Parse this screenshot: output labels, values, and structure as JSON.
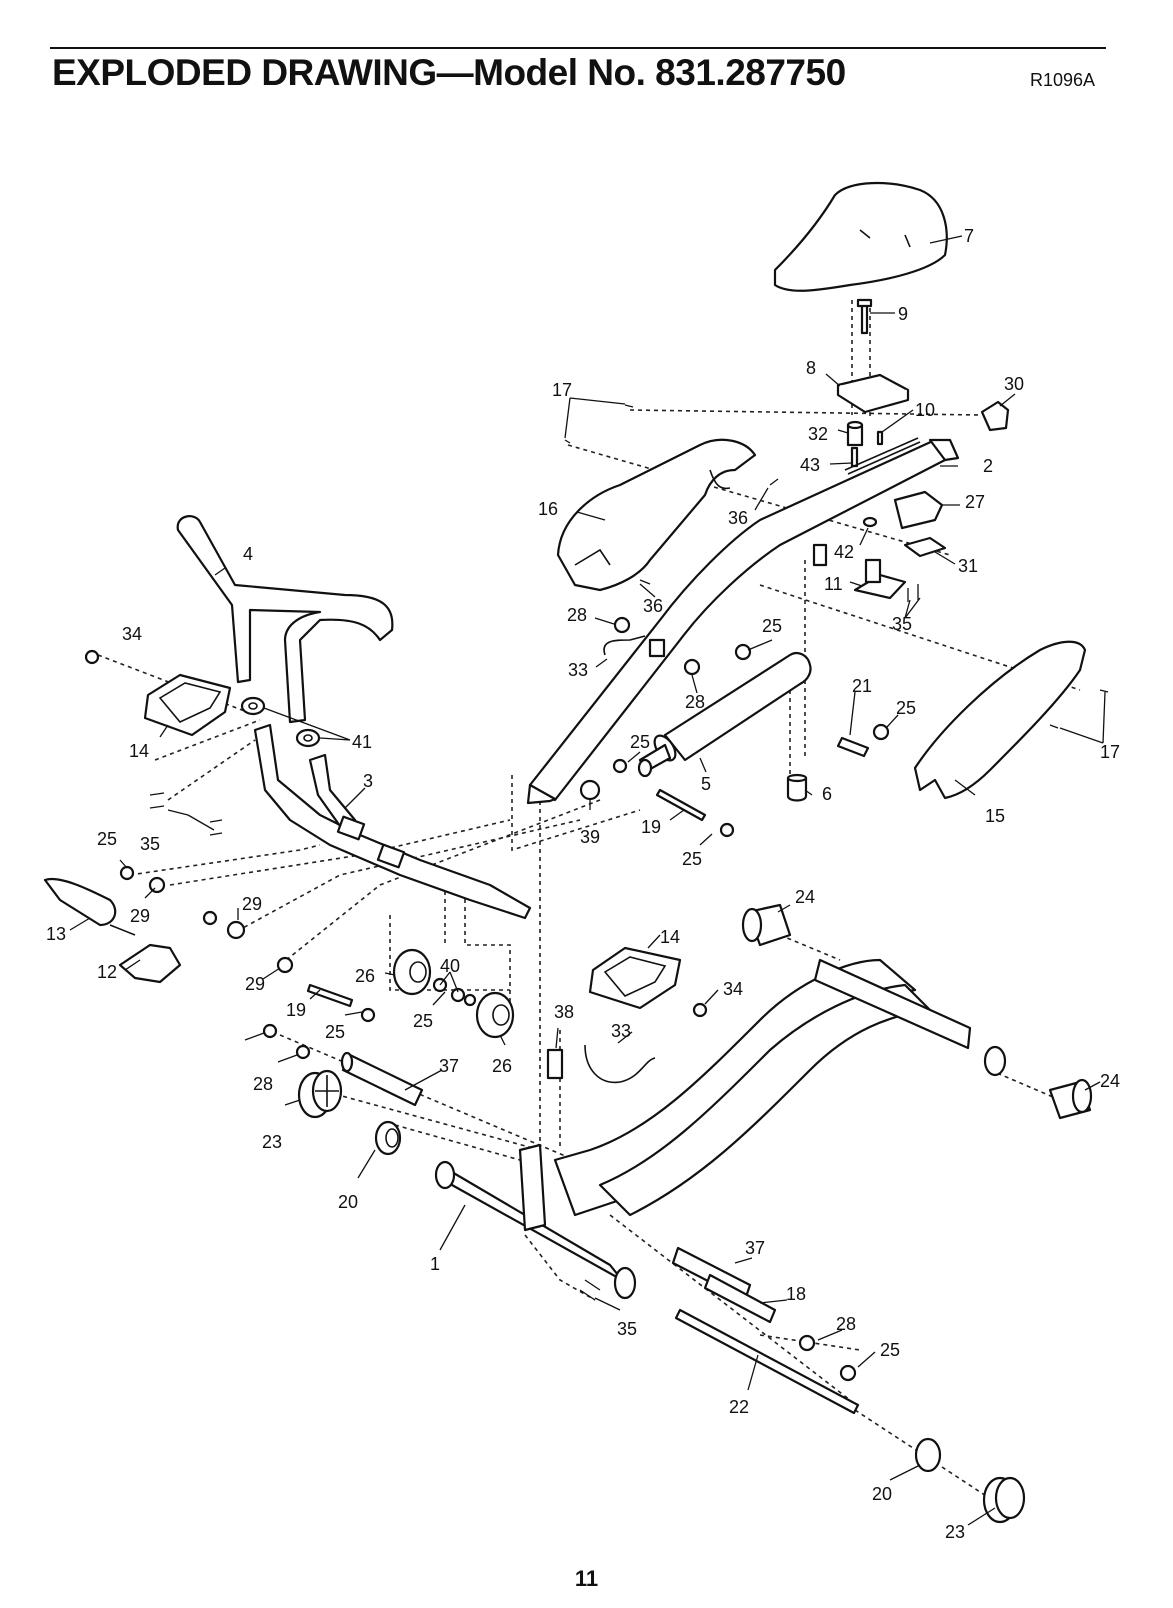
{
  "header": {
    "title": "EXPLODED DRAWING—Model No. 831.287750",
    "code": "R1096A"
  },
  "page_number": "11",
  "callouts": [
    {
      "label": "7"
    },
    {
      "label": "9"
    },
    {
      "label": "8"
    },
    {
      "label": "30"
    },
    {
      "label": "10"
    },
    {
      "label": "32"
    },
    {
      "label": "43"
    },
    {
      "label": "2"
    },
    {
      "label": "27"
    },
    {
      "label": "17"
    },
    {
      "label": "16"
    },
    {
      "label": "36"
    },
    {
      "label": "42"
    },
    {
      "label": "31"
    },
    {
      "label": "11"
    },
    {
      "label": "36"
    },
    {
      "label": "35"
    },
    {
      "label": "4"
    },
    {
      "label": "28"
    },
    {
      "label": "25"
    },
    {
      "label": "34"
    },
    {
      "label": "33"
    },
    {
      "label": "28"
    },
    {
      "label": "21"
    },
    {
      "label": "25"
    },
    {
      "label": "41"
    },
    {
      "label": "14"
    },
    {
      "label": "25"
    },
    {
      "label": "17"
    },
    {
      "label": "3"
    },
    {
      "label": "5"
    },
    {
      "label": "6"
    },
    {
      "label": "35"
    },
    {
      "label": "39"
    },
    {
      "label": "19"
    },
    {
      "label": "15"
    },
    {
      "label": "25"
    },
    {
      "label": "25"
    },
    {
      "label": "29"
    },
    {
      "label": "24"
    },
    {
      "label": "29"
    },
    {
      "label": "14"
    },
    {
      "label": "13"
    },
    {
      "label": "40"
    },
    {
      "label": "26"
    },
    {
      "label": "12"
    },
    {
      "label": "29"
    },
    {
      "label": "34"
    },
    {
      "label": "19"
    },
    {
      "label": "25"
    },
    {
      "label": "38"
    },
    {
      "label": "33"
    },
    {
      "label": "25"
    },
    {
      "label": "37"
    },
    {
      "label": "26"
    },
    {
      "label": "24"
    },
    {
      "label": "28"
    },
    {
      "label": "23"
    },
    {
      "label": "20"
    },
    {
      "label": "1"
    },
    {
      "label": "37"
    },
    {
      "label": "18"
    },
    {
      "label": "28"
    },
    {
      "label": "35"
    },
    {
      "label": "25"
    },
    {
      "label": "22"
    },
    {
      "label": "20"
    },
    {
      "label": "23"
    }
  ]
}
